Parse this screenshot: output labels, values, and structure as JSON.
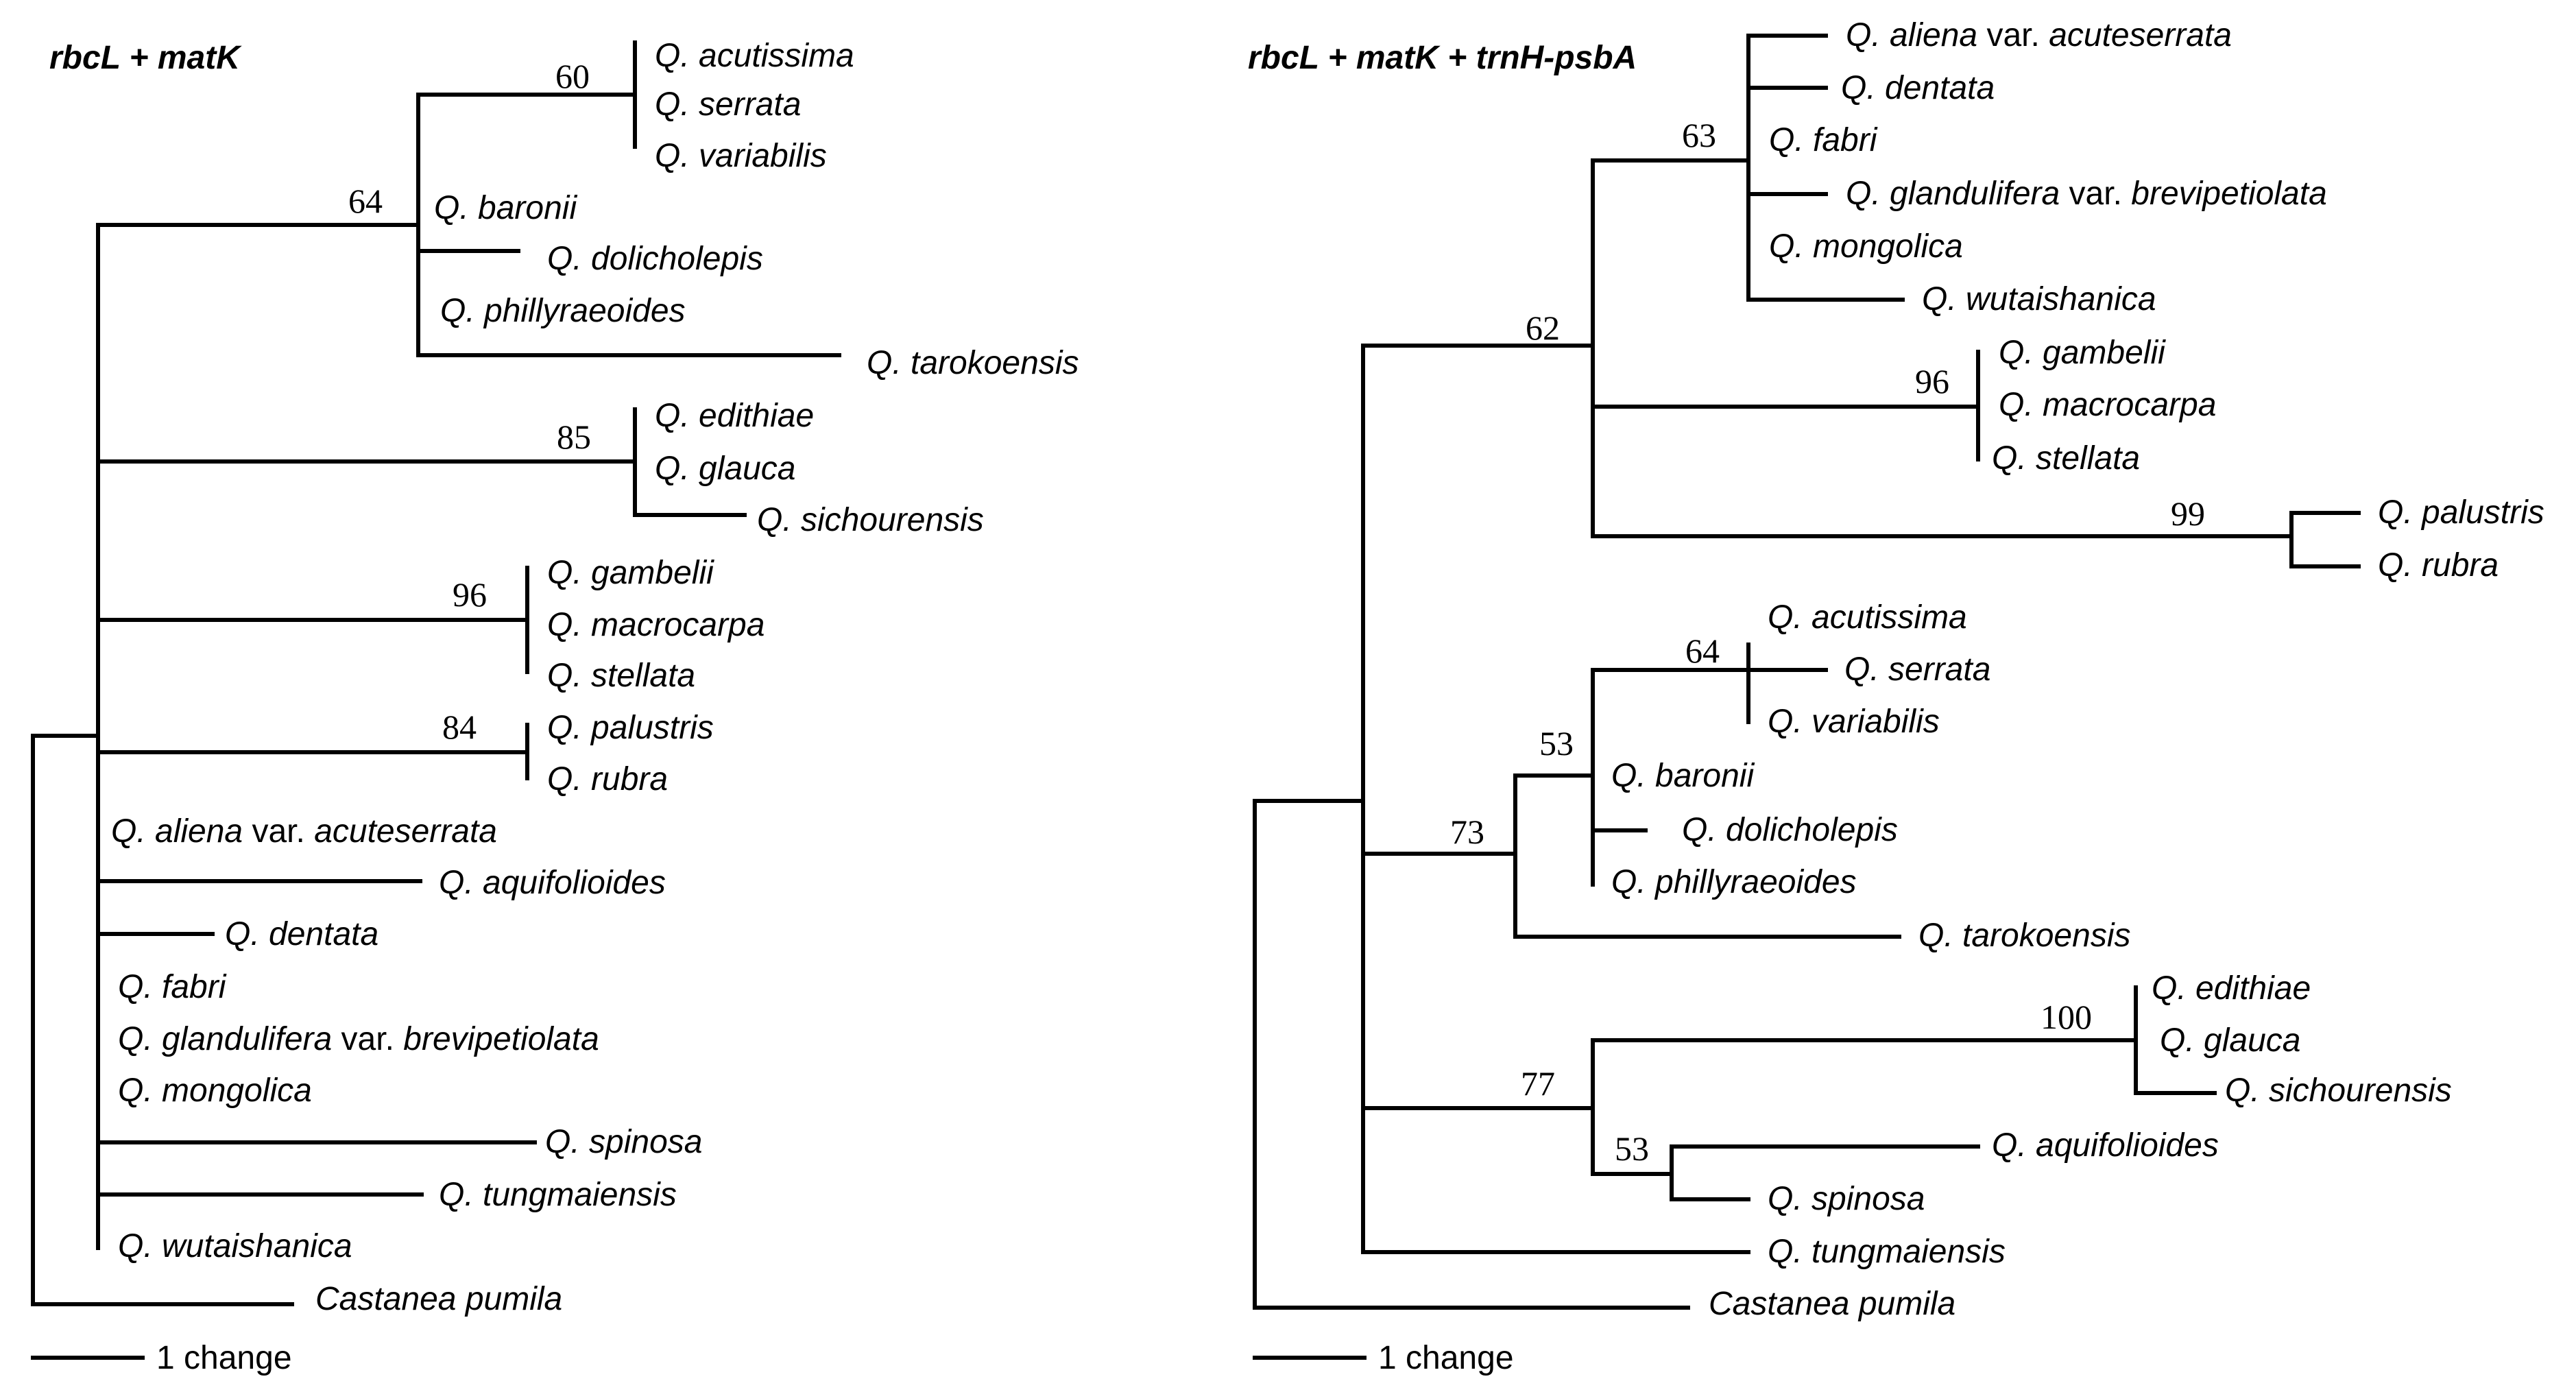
{
  "panels": [
    {
      "title": "rbcL + matK",
      "scale_label": "1 change",
      "support_values": [
        "60",
        "64",
        "85",
        "96",
        "84"
      ],
      "taxa": [
        {
          "prefix": "Q.",
          "name": "acutissima"
        },
        {
          "prefix": "Q.",
          "name": "serrata"
        },
        {
          "prefix": "Q.",
          "name": "variabilis"
        },
        {
          "prefix": "Q.",
          "name": "baronii"
        },
        {
          "prefix": "Q.",
          "name": "dolicholepis"
        },
        {
          "prefix": "Q.",
          "name": "phillyraeoides"
        },
        {
          "prefix": "Q.",
          "name": "tarokoensis"
        },
        {
          "prefix": "Q.",
          "name": "edithiae"
        },
        {
          "prefix": "Q.",
          "name": "glauca"
        },
        {
          "prefix": "Q.",
          "name": "sichourensis"
        },
        {
          "prefix": "Q.",
          "name": "gambelii"
        },
        {
          "prefix": "Q.",
          "name": "macrocarpa"
        },
        {
          "prefix": "Q.",
          "name": "stellata"
        },
        {
          "prefix": "Q.",
          "name": "palustris"
        },
        {
          "prefix": "Q.",
          "name": "rubra"
        },
        {
          "prefix": "Q.",
          "name": "aliena",
          "infra": "var.",
          "infra_name": "acuteserrata"
        },
        {
          "prefix": "Q.",
          "name": "aquifolioides"
        },
        {
          "prefix": "Q.",
          "name": "dentata"
        },
        {
          "prefix": "Q.",
          "name": "fabri"
        },
        {
          "prefix": "Q.",
          "name": "glandulifera",
          "infra": "var.",
          "infra_name": "brevipetiolata"
        },
        {
          "prefix": "Q.",
          "name": "mongolica"
        },
        {
          "prefix": "Q.",
          "name": "spinosa"
        },
        {
          "prefix": "Q.",
          "name": "tungmaiensis"
        },
        {
          "prefix": "Q.",
          "name": "wutaishanica"
        },
        {
          "prefix": "Castanea",
          "name": "pumila"
        }
      ]
    },
    {
      "title": "rbcL + matK + trnH-psbA",
      "scale_label": "1 change",
      "support_values": [
        "63",
        "62",
        "96",
        "99",
        "64",
        "53",
        "73",
        "100",
        "77",
        "53"
      ],
      "taxa": [
        {
          "prefix": "Q.",
          "name": "aliena",
          "infra": "var.",
          "infra_name": "acuteserrata"
        },
        {
          "prefix": "Q.",
          "name": "dentata"
        },
        {
          "prefix": "Q.",
          "name": "fabri"
        },
        {
          "prefix": "Q.",
          "name": "glandulifera",
          "infra": "var.",
          "infra_name": "brevipetiolata"
        },
        {
          "prefix": "Q.",
          "name": "mongolica"
        },
        {
          "prefix": "Q.",
          "name": "wutaishanica"
        },
        {
          "prefix": "Q.",
          "name": "gambelii"
        },
        {
          "prefix": "Q.",
          "name": "macrocarpa"
        },
        {
          "prefix": "Q.",
          "name": "stellata"
        },
        {
          "prefix": "Q.",
          "name": "palustris"
        },
        {
          "prefix": "Q.",
          "name": "rubra"
        },
        {
          "prefix": "Q.",
          "name": "acutissima"
        },
        {
          "prefix": "Q.",
          "name": "serrata"
        },
        {
          "prefix": "Q.",
          "name": "variabilis"
        },
        {
          "prefix": "Q.",
          "name": "baronii"
        },
        {
          "prefix": "Q.",
          "name": "dolicholepis"
        },
        {
          "prefix": "Q.",
          "name": "phillyraeoides"
        },
        {
          "prefix": "Q.",
          "name": "tarokoensis"
        },
        {
          "prefix": "Q.",
          "name": "edithiae"
        },
        {
          "prefix": "Q.",
          "name": "glauca"
        },
        {
          "prefix": "Q.",
          "name": "sichourensis"
        },
        {
          "prefix": "Q.",
          "name": "aquifolioides"
        },
        {
          "prefix": "Q.",
          "name": "spinosa"
        },
        {
          "prefix": "Q.",
          "name": "tungmaiensis"
        },
        {
          "prefix": "Castanea",
          "name": "pumila"
        }
      ]
    }
  ]
}
